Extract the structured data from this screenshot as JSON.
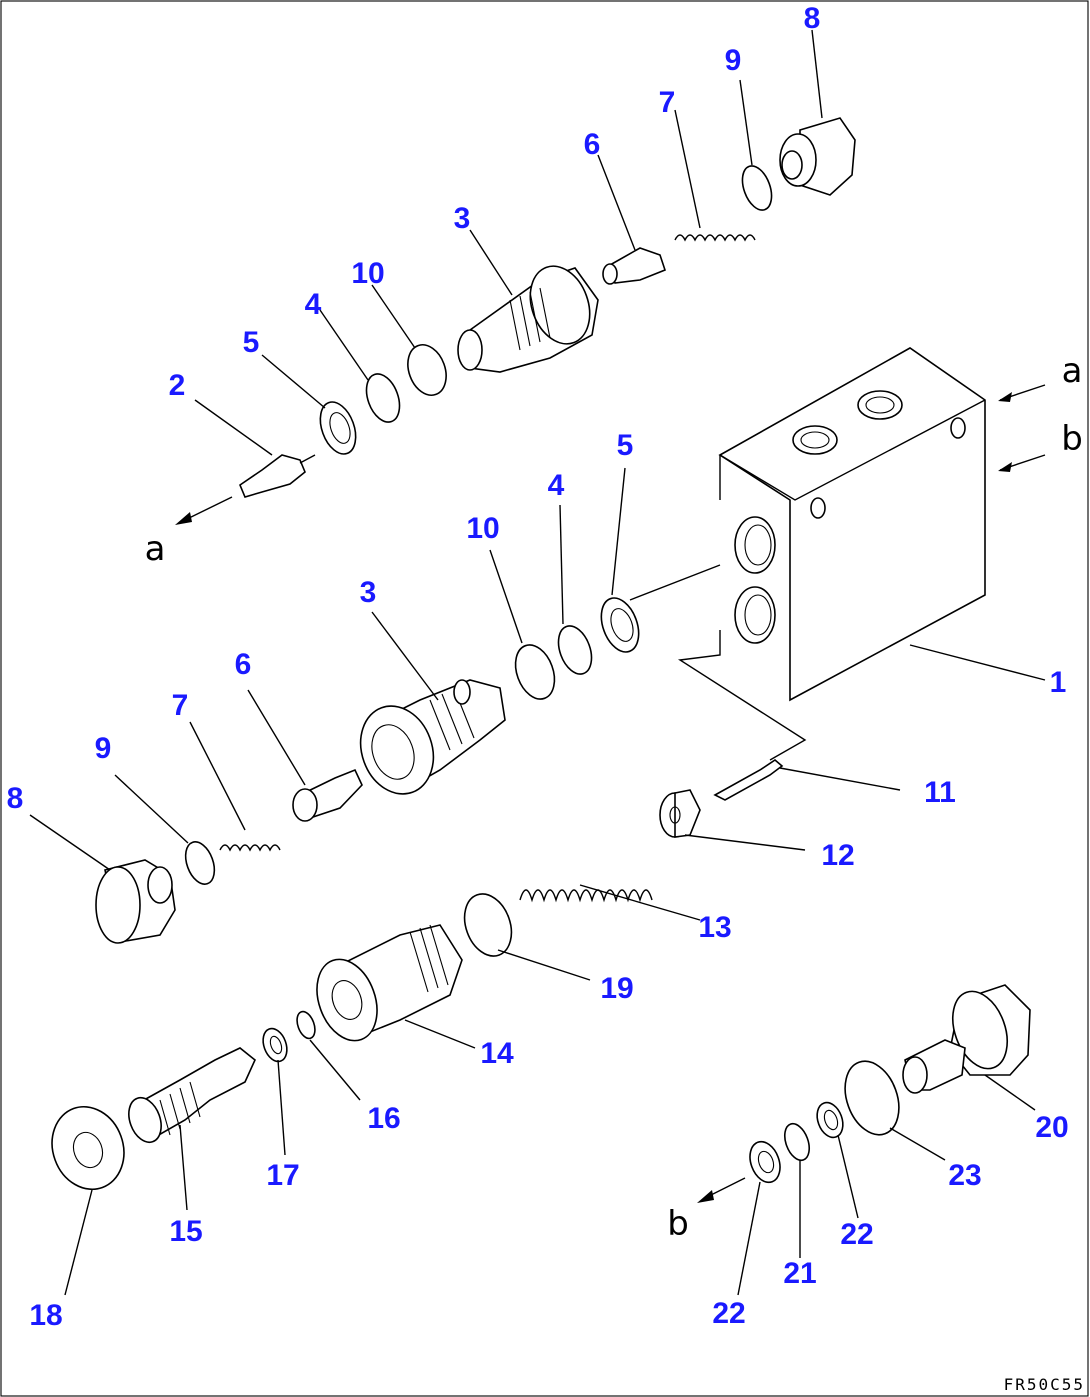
{
  "diagram": {
    "drawing_code": "FR50C55",
    "label_color": "#1a1aff",
    "line_color": "#000000",
    "background": "#ffffff",
    "callouts": [
      {
        "id": "c8a",
        "text": "8"
      },
      {
        "id": "c9a",
        "text": "9"
      },
      {
        "id": "c7a",
        "text": "7"
      },
      {
        "id": "c6a",
        "text": "6"
      },
      {
        "id": "c3a",
        "text": "3"
      },
      {
        "id": "c10a",
        "text": "10"
      },
      {
        "id": "c4a",
        "text": "4"
      },
      {
        "id": "c5a",
        "text": "5"
      },
      {
        "id": "c2",
        "text": "2"
      },
      {
        "id": "c5b",
        "text": "5"
      },
      {
        "id": "c4b",
        "text": "4"
      },
      {
        "id": "c10b",
        "text": "10"
      },
      {
        "id": "c3b",
        "text": "3"
      },
      {
        "id": "c6b",
        "text": "6"
      },
      {
        "id": "c7b",
        "text": "7"
      },
      {
        "id": "c9b",
        "text": "9"
      },
      {
        "id": "c8b",
        "text": "8"
      },
      {
        "id": "c1",
        "text": "1"
      },
      {
        "id": "c11",
        "text": "11"
      },
      {
        "id": "c12",
        "text": "12"
      },
      {
        "id": "c13",
        "text": "13"
      },
      {
        "id": "c19",
        "text": "19"
      },
      {
        "id": "c14",
        "text": "14"
      },
      {
        "id": "c16",
        "text": "16"
      },
      {
        "id": "c17",
        "text": "17"
      },
      {
        "id": "c15",
        "text": "15"
      },
      {
        "id": "c18",
        "text": "18"
      },
      {
        "id": "c20",
        "text": "20"
      },
      {
        "id": "c23",
        "text": "23"
      },
      {
        "id": "c22a",
        "text": "22"
      },
      {
        "id": "c21",
        "text": "21"
      },
      {
        "id": "c22b",
        "text": "22"
      }
    ],
    "port_letters": [
      {
        "id": "pa1",
        "text": "a"
      },
      {
        "id": "pb",
        "text": "b"
      },
      {
        "id": "pa2",
        "text": "a"
      },
      {
        "id": "pb2",
        "text": "b"
      }
    ]
  }
}
